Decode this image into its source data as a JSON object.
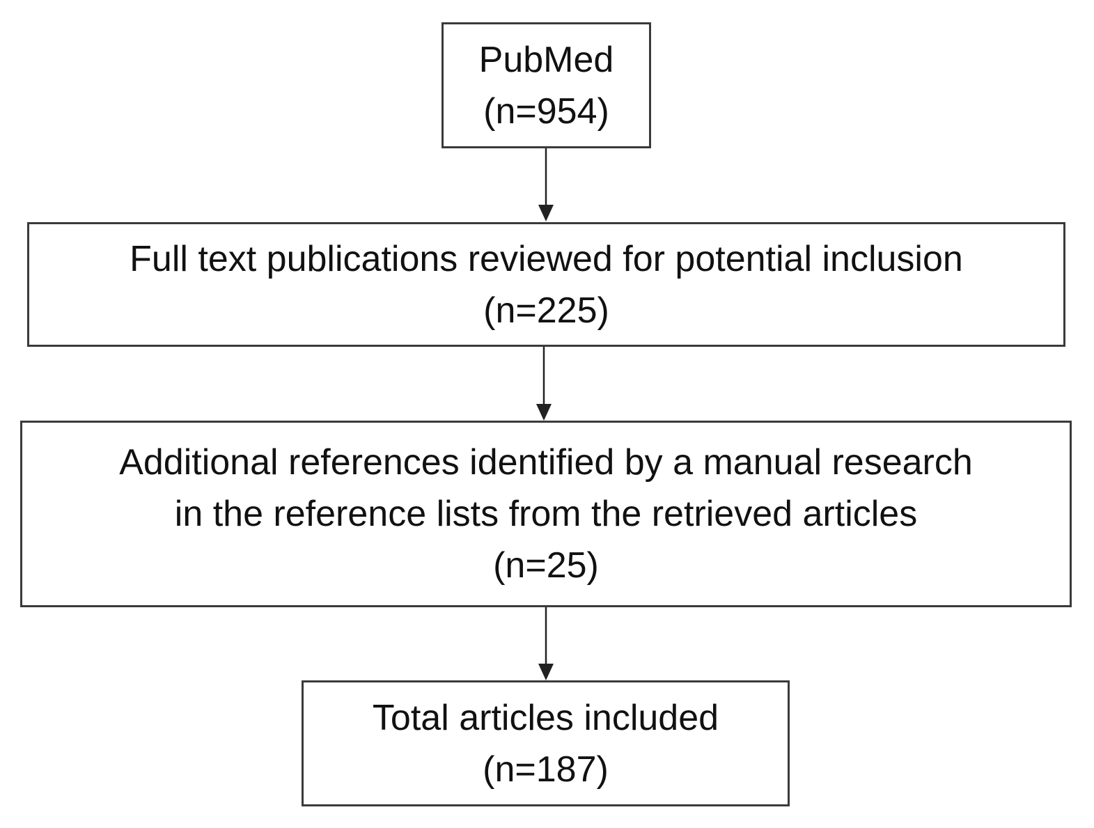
{
  "nodes": [
    {
      "id": "pubmed",
      "lines": [
        "PubMed",
        "(n=954)"
      ]
    },
    {
      "id": "fulltext",
      "lines": [
        "Full text publications reviewed for potential inclusion",
        "(n=225)"
      ]
    },
    {
      "id": "additional",
      "lines": [
        "Additional references identified by a manual research",
        "in the reference lists from the retrieved articles",
        "(n=25)"
      ]
    },
    {
      "id": "total",
      "lines": [
        "Total articles included",
        "(n=187)"
      ]
    }
  ],
  "edges": [
    {
      "from": "pubmed",
      "to": "fulltext"
    },
    {
      "from": "fulltext",
      "to": "additional"
    },
    {
      "from": "additional",
      "to": "total"
    }
  ],
  "colors": {
    "border": "#3a3a3a",
    "arrow": "#222222",
    "text": "#111111"
  }
}
